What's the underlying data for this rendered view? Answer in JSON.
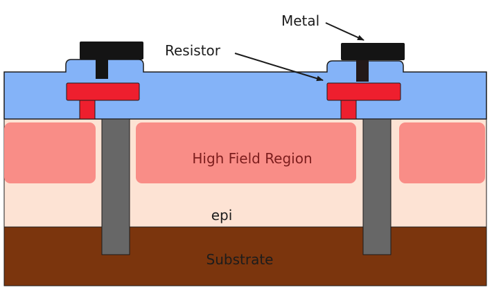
{
  "labels": {
    "metal": "Metal",
    "resistor": "Resistor",
    "high_field_region": "High Field Region",
    "epi": "epi",
    "substrate": "Substrate"
  },
  "colors": {
    "substrate": "#7b350d",
    "epi": "#fde3d4",
    "high_field": "#f98d87",
    "oxide": "#84b3f8",
    "resistor": "#ee1f2e",
    "metal": "#141414",
    "via": "#676767",
    "outline": "#1b1b1b",
    "text": "#1c1c1c",
    "high_field_text": "#7c1d1d"
  }
}
